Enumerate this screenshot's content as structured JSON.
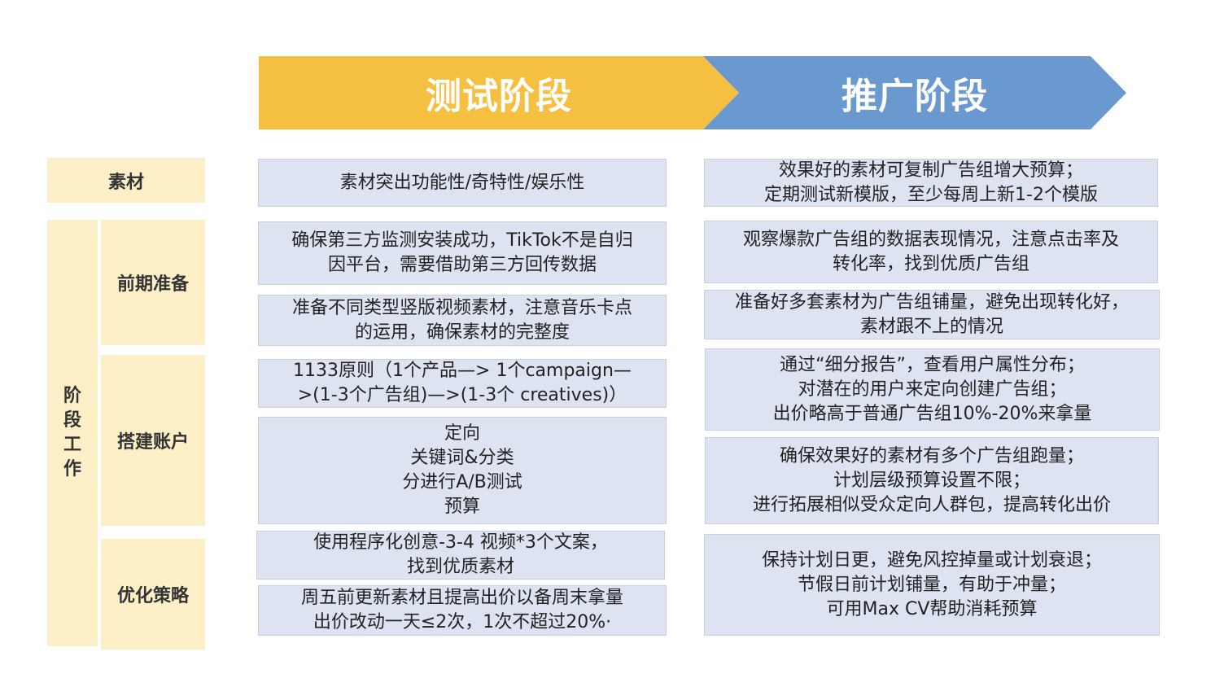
{
  "header": {
    "test_phase": "测试阶段",
    "promo_phase": "推广阶段",
    "test_color": "#f5c042",
    "promo_color": "#6a99cf"
  },
  "rows": {
    "material": "素材",
    "stage_work": [
      "阶",
      "段",
      "工",
      "作"
    ],
    "prep": "前期准备",
    "build": "搭建账户",
    "optimize": "优化策略"
  },
  "test": {
    "material": [
      "素材突出功能性/奇特性/娱乐性"
    ],
    "prep_1": [
      "确保第三方监测安装成功，TikTok不是自归",
      "因平台，需要借助第三方回传数据"
    ],
    "prep_2": [
      "准备不同类型竖版视频素材，注意音乐卡点",
      "的运用，确保素材的完整度"
    ],
    "build_1": [
      "1133原则（1个产品—> 1个campaign—",
      ">(1-3个广告组)—>(1-3个 creatives)）"
    ],
    "build_2": [
      "定向",
      "关键词&分类",
      "分进行A/B测试",
      "预算"
    ],
    "opt_1": [
      "使用程序化创意-3-4 视频*3个文案，",
      "找到优质素材"
    ],
    "opt_2": [
      "周五前更新素材且提高出价以备周末拿量",
      "出价改动一天≤2次，1次不超过20%·"
    ]
  },
  "promo": {
    "material": [
      "效果好的素材可复制广告组增大预算；",
      "定期测试新模版，至少每周上新1-2个模版"
    ],
    "prep_1": [
      "观察爆款广告组的数据表现情况，注意点击率及",
      "转化率，找到优质广告组"
    ],
    "prep_2": [
      "准备好多套素材为广告组铺量，避免出现转化好，",
      "素材跟不上的情况"
    ],
    "build_1": [
      "通过“细分报告”，查看用户属性分布；",
      "对潜在的用户来定向创建广告组；",
      "出价略高于普通广告组10%-20%来拿量"
    ],
    "build_2": [
      "确保效果好的素材有多个广告组跑量；",
      "计划层级预算设置不限；",
      "进行拓展相似受众定向人群包，提高转化出价"
    ],
    "opt_1": [
      "保持计划日更，避免风控掉量或计划衰退；",
      "节假日前计划铺量，有助于冲量；",
      "可用Max CV帮助消耗预算"
    ]
  }
}
